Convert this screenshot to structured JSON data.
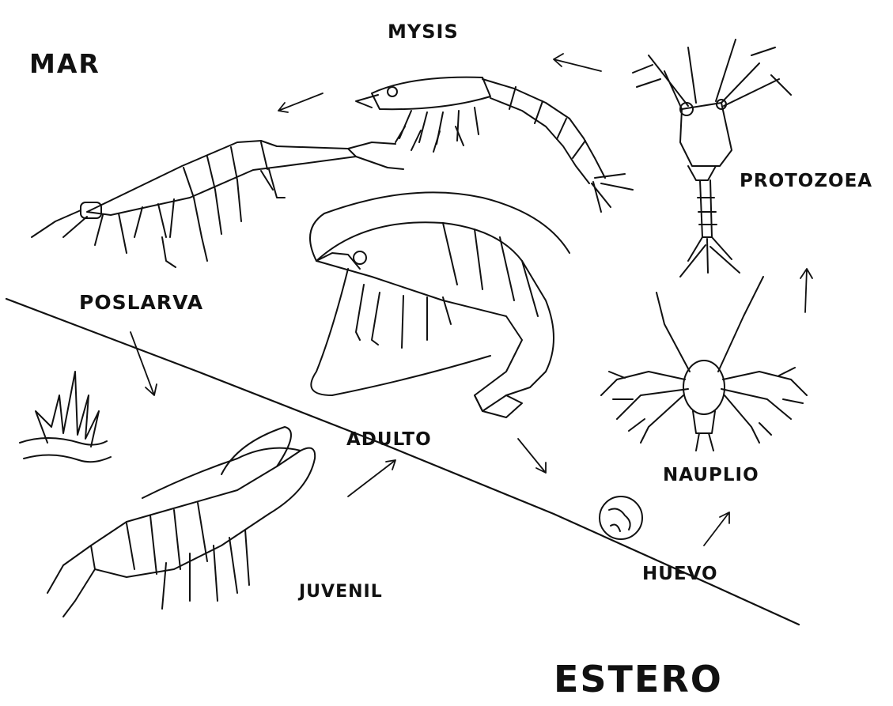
{
  "regions": {
    "sea": "MAR",
    "estuary": "ESTERO"
  },
  "stages": {
    "mysis": "MYSIS",
    "protozoea": "PROTOZOEA",
    "poslarva": "POSLARVA",
    "adulto": "ADULTO",
    "nauplio": "NAUPLIO",
    "huevo": "HUEVO",
    "juvenil": "JUVENIL"
  },
  "illustrations": [
    "mysis-larva-icon",
    "protozoea-larva-icon",
    "postlarva-shrimp-icon",
    "adult-shrimp-icon",
    "nauplius-larva-icon",
    "egg-icon",
    "juvenile-shrimp-icon",
    "seagrass-icon"
  ]
}
